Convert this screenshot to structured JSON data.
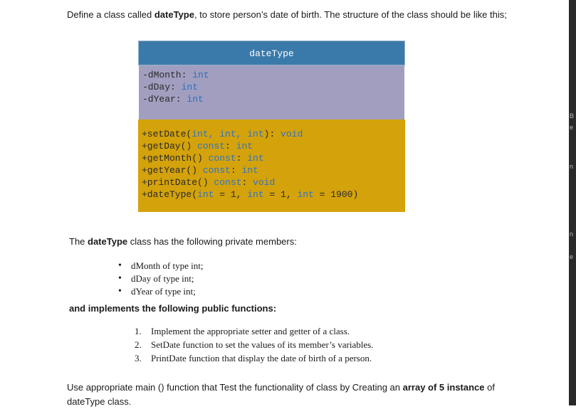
{
  "intro": {
    "before": "Define a class called ",
    "bold": "dateType",
    "after": ", to store person’s date of birth. The structure of the class should be like this;"
  },
  "uml": {
    "class_name": "dateType",
    "attributes": [
      {
        "name": "-dMonth: ",
        "type": "int"
      },
      {
        "name": "-dDay: ",
        "type": "int"
      },
      {
        "name": "-dYear: ",
        "type": "int"
      }
    ],
    "operations": [
      {
        "pre": "+setDate(",
        "kw": "int, int, int",
        "mid": "): ",
        "ret": "void"
      },
      {
        "pre": "+getDay() ",
        "kw": "const",
        "mid": ": ",
        "ret": "int"
      },
      {
        "pre": "+getMonth() ",
        "kw": "const",
        "mid": ": ",
        "ret": "int"
      },
      {
        "pre": "+getYear() ",
        "kw": "const",
        "mid": ": ",
        "ret": "int"
      },
      {
        "pre": "+printDate() ",
        "kw": "const",
        "mid": ": ",
        "ret": "void"
      },
      {
        "pre": "+dateType(",
        "kw": "int",
        "mid": " = 1, ",
        "ret": "int",
        "mid2": " = 1, ",
        "kw2": "int",
        "tail": " = 1900)"
      }
    ],
    "colors": {
      "title_bg": "#3a7aaa",
      "attrs_bg": "#a19ec0",
      "ops_bg": "#d4a20a",
      "keyword": "#2f6fb3"
    }
  },
  "private_heading": {
    "before": "The ",
    "bold": "dateType",
    "after": " class has the following private members:"
  },
  "private_members": [
    "dMonth of type int;",
    "dDay of type int;",
    "dYear of type int;"
  ],
  "public_heading": "and implements the following public functions:",
  "public_functions": [
    {
      "num": "1.",
      "text": "Implement the appropriate setter and getter of a class."
    },
    {
      "num": "2.",
      "text": "SetDate function to set the values of its member’s variables."
    },
    {
      "num": "3.",
      "text": "PrintDate function that display the date of birth of a person."
    }
  ],
  "closing": {
    "before": "Use appropriate main () function that Test the functionality of class by Creating an ",
    "bold": "array of 5 instance",
    "after": " of dateType class."
  },
  "edge_fragments": [
    "B",
    "e",
    "n",
    "n",
    "e"
  ]
}
